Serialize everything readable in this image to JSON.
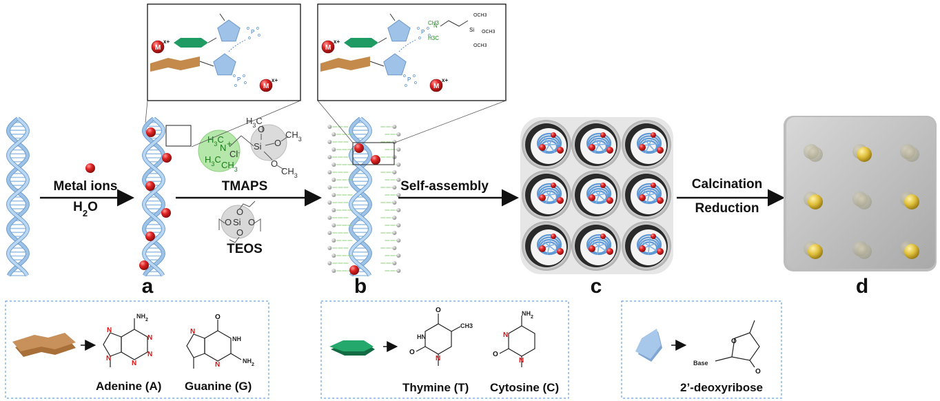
{
  "steps": {
    "metal_ions": "Metal ions",
    "h2o": "H",
    "h2o_sub": "2",
    "h2o_tail": "O",
    "tmaps": "TMAPS",
    "teos": "TEOS",
    "self_assembly": "Self-assembly",
    "calcination": "Calcination",
    "reduction": "Reduction"
  },
  "panels": {
    "a": "a",
    "b": "b",
    "c": "c",
    "d": "d"
  },
  "ion_label": {
    "letter": "M",
    "charge": "x+"
  },
  "tmaps_struct": {
    "h3c_top": "H",
    "h3c_top_tail": "C",
    "h3c_left": "H",
    "h3c_left_tail": "C",
    "n_plus": "N",
    "cl": "Cl",
    "ch3": "CH",
    "si": "Si",
    "o": "O",
    "ch3b": "CH"
  },
  "teos_struct": {
    "si": "Si",
    "o": "O"
  },
  "inset_b_chem": {
    "n": "N",
    "ch3": "CH3",
    "h3c": "H3C",
    "si": "Si",
    "och3": "OCH3",
    "o": "O",
    "p": "P"
  },
  "legend": {
    "purines": {
      "adenine": "Adenine (A)",
      "guanine": "Guanine (G)",
      "nh2": "NH",
      "nh": "NH",
      "n": "N",
      "o": "O",
      "two": "2"
    },
    "pyrimidines": {
      "thymine": "Thymine (T)",
      "cytosine": "Cytosine (C)",
      "ch3": "CH3",
      "hn": "HN",
      "n": "N",
      "o": "O",
      "nh2": "NH"
    },
    "sugar": {
      "name": "2’-deoxyribose",
      "base": "Base",
      "o": "O"
    }
  },
  "colors": {
    "helix": "#9ec3e6",
    "helix_dark": "#6f9fcf",
    "metal_ion": "#d42020",
    "purine_shape": "#c48a4c",
    "pyrimidine_shape": "#1e9a63",
    "sugar_shape": "#9fc2e8",
    "tmaps_halo": "#9bdc8d",
    "teos_halo": "#cfcfcf",
    "gold_particle": "#e6c84a",
    "legend_border": "#6f9fd6"
  }
}
